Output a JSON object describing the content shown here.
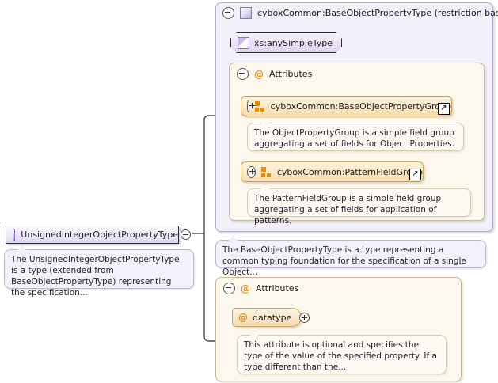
{
  "diagram": {
    "kind": "xml-schema-type-diagram",
    "base_type_box": {
      "title": "cyboxCommon:BaseObjectPropertyType (restriction base)",
      "expander": "minus",
      "icon": "type-square-icon",
      "simple_type": {
        "label": "xs:anySimpleType",
        "icon": "simple-type-icon"
      },
      "attributes_section": {
        "label": "Attributes",
        "expander": "minus",
        "icon": "at-sign-icon",
        "groups": [
          {
            "label": "cyboxCommon:BaseObjectPropertyGroup",
            "expander": "plus",
            "icon": "attribute-group-icon",
            "external_link": "↗",
            "annotation": "The ObjectPropertyGroup is a simple field group aggregating a set of fields for Object Properties."
          },
          {
            "label": "cyboxCommon:PatternFieldGroup",
            "expander": "plus",
            "icon": "attribute-group-icon",
            "external_link": "↗",
            "annotation": "The PatternFieldGroup is a simple field group aggregating a set of fields for application of patterns."
          }
        ]
      },
      "annotation": "The BaseObjectPropertyType is a type representing a common typing foundation for the specification of a single Object..."
    },
    "derived_attributes_box": {
      "label": "Attributes",
      "expander": "minus",
      "icon": "at-sign-icon",
      "attribute": {
        "label": "datatype",
        "icon": "at-sign-icon",
        "expander": "plus"
      },
      "annotation": "This attribute is optional and specifies the type of the value of the specified property. If a type different than the..."
    },
    "type_node": {
      "label": "UnsignedIntegerObjectPropertyType",
      "icon": "type-square-icon",
      "expander": "minus",
      "annotation": "The UnsignedIntegerObjectPropertyType is a type (extended from BaseObjectPropertyType) representing the specification..."
    },
    "colors": {
      "purple_fill": "#f2f0fa",
      "purple_border": "#b2aacb",
      "orange_fill": "#fdf8ed",
      "orange_border": "#c8b999",
      "group_accent": "#f08a00",
      "connector": "#4a4a52"
    }
  }
}
